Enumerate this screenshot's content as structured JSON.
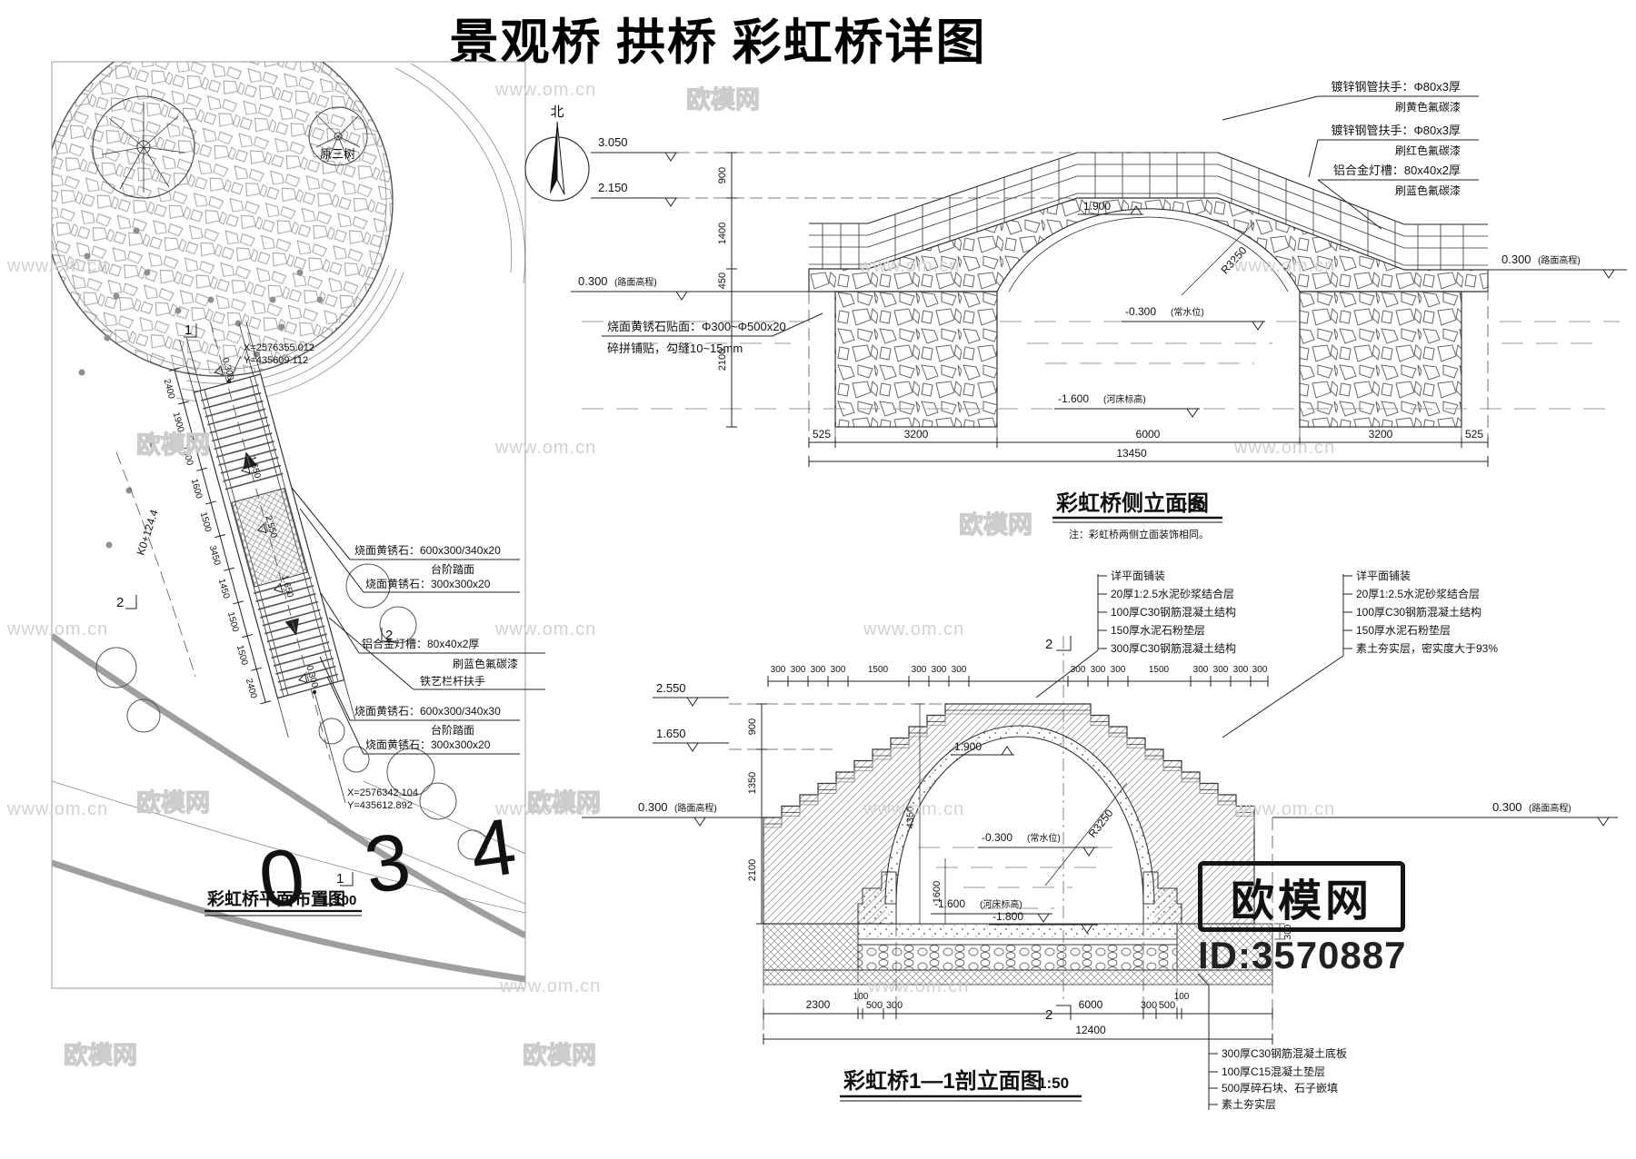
{
  "page": {
    "title": "景观桥 拱桥 彩虹桥详图"
  },
  "watermark": {
    "url": "www.om.cn",
    "brand": "欧模网",
    "id": "ID:3570887"
  },
  "plan": {
    "title": "彩虹桥平面布置图",
    "scale": "1:100",
    "north": "北",
    "tree_label": "原三树",
    "station": "K0+124.4",
    "coord_top_x": "X=2576355.012",
    "coord_top_y": "Y=435609.112",
    "coord_bot_x": "X=2576342.104",
    "coord_bot_y": "Y=435612.892",
    "levels": [
      "0.300",
      "1.650",
      "2.550",
      "1.650",
      "0.300"
    ],
    "dims": [
      "2400",
      "1900",
      "1500",
      "1600",
      "1500",
      "3450",
      "1450",
      "1500",
      "1500",
      "2400"
    ],
    "callout_upper": [
      "烧面黄锈石：600x300/340x20",
      "台阶踏面",
      "烧面黄锈石：300x300x20"
    ],
    "callout_mid": [
      "铝合金灯槽：80x40x2厚",
      "刷蓝色氟碳漆",
      "铁艺栏杆扶手"
    ],
    "callout_lower": [
      "烧面黄锈石：600x300/340x30",
      "台阶踏面",
      "烧面黄锈石：300x300x20"
    ],
    "mark1": "1",
    "mark2": "2",
    "ghost": "0 3 4"
  },
  "elevation": {
    "title": "彩虹桥侧立面图",
    "scale": "1:50",
    "note": "注：彩虹桥两侧立面装饰相同。",
    "lv_3050": "3.050",
    "lv_2150": "2.150",
    "lv_0300": "0.300",
    "road_suffix": "(路面高程)",
    "crown": "1.900",
    "radius": "R3250",
    "water": "-0.300",
    "water_suffix": "(常水位)",
    "bed": "-1.600",
    "bed_suffix": "(河床标高)",
    "vdims": [
      "900",
      "1400",
      "450",
      "2100"
    ],
    "hdims": [
      "525",
      "3200",
      "6000",
      "3200",
      "525"
    ],
    "total": "13450",
    "callouts": [
      {
        "l1": "镀锌钢管扶手：Φ80x3厚",
        "l2": "刷黄色氟碳漆"
      },
      {
        "l1": "镀锌钢管扶手：Φ80x3厚",
        "l2": "刷红色氟碳漆"
      },
      {
        "l1": "铝合金灯槽：80x40x2厚",
        "l2": "刷蓝色氟碳漆"
      }
    ],
    "stone_note1": "烧面黄锈石贴面：Φ300~Φ500x20",
    "stone_note2": "碎拼铺贴，勾缝10~15mm"
  },
  "section": {
    "title": "彩虹桥1—1剖立面图",
    "scale": "1:50",
    "lv_2550": "2.550",
    "lv_1650": "1.650",
    "lv_0300": "0.300",
    "road_suffix": "(路面高程)",
    "crown": "1.900",
    "radius": "R3250",
    "water": "-0.300",
    "water_suffix": "(常水位)",
    "bed": "-1.600",
    "bed_suffix": "(河床标高)",
    "slab_lv": "-1.800",
    "vdims": [
      "900",
      "1350",
      "2100"
    ],
    "vdim_total": "4350",
    "vdim_1600": "1600",
    "vdim_right": "300",
    "layers_left": [
      "详平面铺装",
      "20厚1:2.5水泥砂浆结合层",
      "100厚C30钢筋混凝土结构",
      "150厚水泥石粉垫层",
      "300厚C30钢筋混凝土结构"
    ],
    "layers_right": [
      "详平面铺装",
      "20厚1:2.5水泥砂浆结合层",
      "100厚C30钢筋混凝土结构",
      "150厚水泥石粉垫层",
      "素土夯实层，密实度大于93%"
    ],
    "base_layers": [
      "300厚C30钢筋混凝土底板",
      "100厚C15混凝土垫层",
      "500厚碎石块、石子嵌填",
      "素土夯实层"
    ],
    "top_dims_left": [
      "300",
      "300",
      "300",
      "300",
      "1500",
      "300",
      "300",
      "300"
    ],
    "top_dims_right": [
      "300",
      "300",
      "300",
      "1500",
      "300",
      "300",
      "300",
      "300"
    ],
    "bottom_dims": [
      "2300",
      "100",
      "500",
      "300",
      "6000",
      "300",
      "500",
      "100"
    ],
    "total": "12400",
    "mark2": "2"
  }
}
